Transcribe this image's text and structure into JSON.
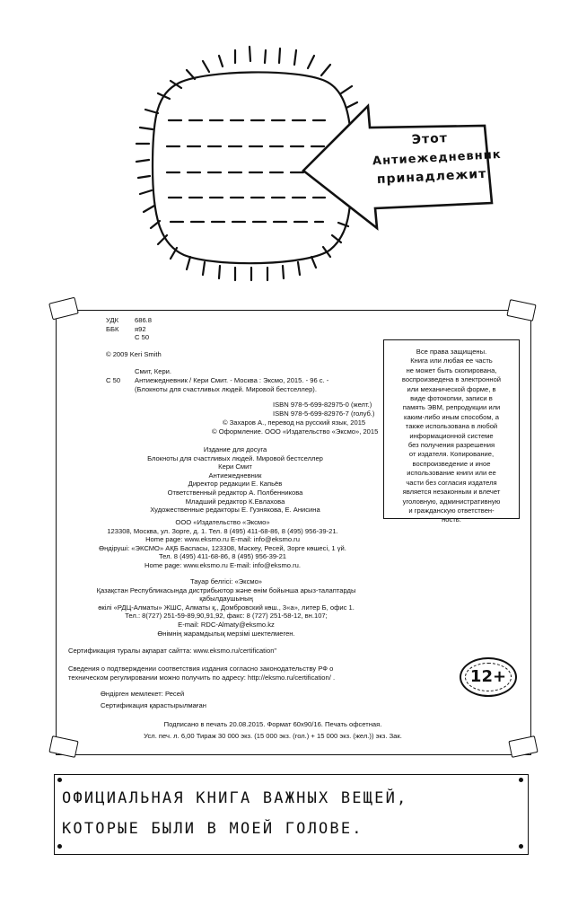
{
  "ownership": {
    "label_line1": "Этот",
    "label_line2": "Антиежедневник",
    "label_line3": "принадлежит"
  },
  "classification": {
    "udk_label": "УДК",
    "udk_value": "686.8",
    "bbk_label": "ББК",
    "bbk_value": "я92",
    "author_code": "С 50"
  },
  "copyright_original": "© 2009 Keri Smith",
  "entry": {
    "author": "Смит, Кери.",
    "code": "С 50",
    "title": "Антиежедневник / Кери Смит. - Москва : Эксмо, 2015. - 96 с. -",
    "series": "(Блокноты для счастливых людей. Мировой бестселлер).",
    "isbn1": "ISBN 978-5-699-82975-0 (желт.)",
    "isbn2": "ISBN 978-5-699-82976-7 (голуб.)",
    "translation_copyright": "© Захаров А., перевод на русский язык, 2015",
    "design_copyright": "© Оформление. ООО «Издательство «Эксмо», 2015"
  },
  "rights_notice": "Все права защищены.\nКнига или любая ее часть\nне может быть скопирована,\nвоспроизведена в электронной\nили механической форме, в\nвиде фотокопии, записи в\nпамять ЭВМ, репродукции или\nкаким-либо иным способом, а\nтакже использована в любой\nинформационной системе\nбез получения разрешения\nот издателя. Копирование,\nвоспроизведение и иное\nиспользование книги или ее\nчасти без согласия издателя\nявляется незаконным и влечет\nуголовную, административную\nи гражданскую ответствен-\nность.",
  "credits": [
    "Издание для досуга",
    "Блокноты для счастливых людей. Мировой бестселлер",
    "Кери Смит",
    "Антиежедневник",
    "Директор редакции Е. Капьёв",
    "Ответственный редактор А. Полбенникова",
    "Младший редактор К.Евлахова",
    "Художественные редакторы Е. Гузнякова, Е. Анисина"
  ],
  "publisher": [
    "ООО «Издательство «Эксмо»",
    "123308, Москва, ул. Зорге, д. 1. Тел. 8 (495) 411-68-86, 8 (495) 956-39-21.",
    "Home page: www.eksmo.ru     E-mail: info@eksmo.ru",
    "Өндіруші: «ЭКСМО» АҚБ Баспасы, 123308, Мәскеу, Ресей, Зорге көшесі, 1 үй.",
    "Тел. 8 (495) 411-68-86, 8 (495)  956-39-21",
    "Home page: www.eksmo.ru     E-mail: info@eksmo.ru."
  ],
  "kazakhstan": [
    "Тауар белгісі: «Эксмо»",
    "Қазақстан Республикасында дистрибьютор және өнім бойынша арыз-талаптарды",
    "қабылдаушының",
    "өкілі «РДЦ-Алматы» ЖШС, Алматы қ., Домбровский көш., 3«а», литер Б, офис 1.",
    "Тел.: 8(727) 251-59-89,90,91,92, факс: 8 (727) 251-58-12, вн.107;",
    "E-mail: RDC-Almaty@eksmo.kz",
    "Өнімнің жарамдылық мерзімі шектелмеген."
  ],
  "certification_kz": "Сертификация туралы ақпарат  сайтта: www.eksmo.ru/certification\"",
  "certification_ru": [
    "Сведения о подтверждении соответствия издания согласно законодательству РФ о",
    "техническом регулировании можно получить по адресу: http://eksmo.ru/certification/ ."
  ],
  "origin": [
    "Өндірген мемлекет: Ресей",
    "Сертификация қарастырылмаған"
  ],
  "print_info": [
    "Подписано в печать 20.08.2015. Формат 60x90/16. Печать офсетная.",
    "Усл. печ. л. 6,00 Тираж 30 000 экз. (15 000 экз. (гол.) + 15 000 экз. (жел.)) экз. Зак."
  ],
  "age_rating": "12+",
  "motto": {
    "line1": "ОФИЦИАЛЬНАЯ КНИГА ВАЖНЫХ ВЕЩЕЙ,",
    "line2": "КОТОРЫЕ БЫЛИ В МОЕЙ ГОЛОВЕ."
  }
}
